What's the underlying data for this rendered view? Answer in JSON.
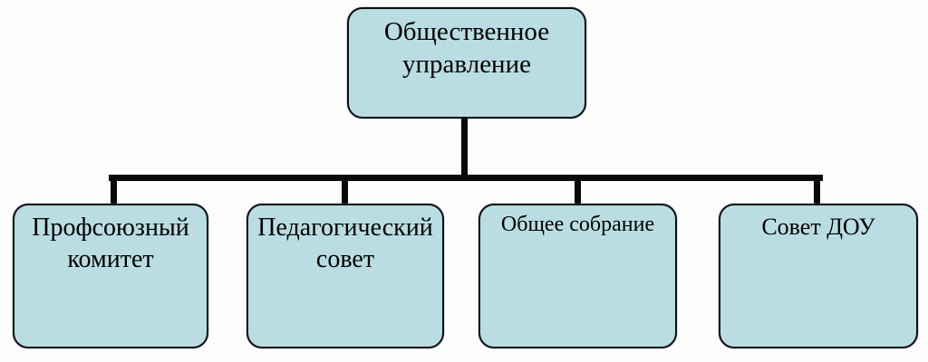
{
  "diagram": {
    "type": "org-chart",
    "root": {
      "label": "Общественное управление"
    },
    "children": [
      {
        "label": "Профсоюзный комитет"
      },
      {
        "label": "Педагогический совет"
      },
      {
        "label": "Общее собрание"
      },
      {
        "label": "Совет ДОУ"
      }
    ],
    "colors": {
      "node_fill": "#b9dde2",
      "node_border": "#0d0d0d",
      "connector": "#0a0a0a",
      "text": "#000000",
      "background": "#fdfdfd"
    }
  }
}
